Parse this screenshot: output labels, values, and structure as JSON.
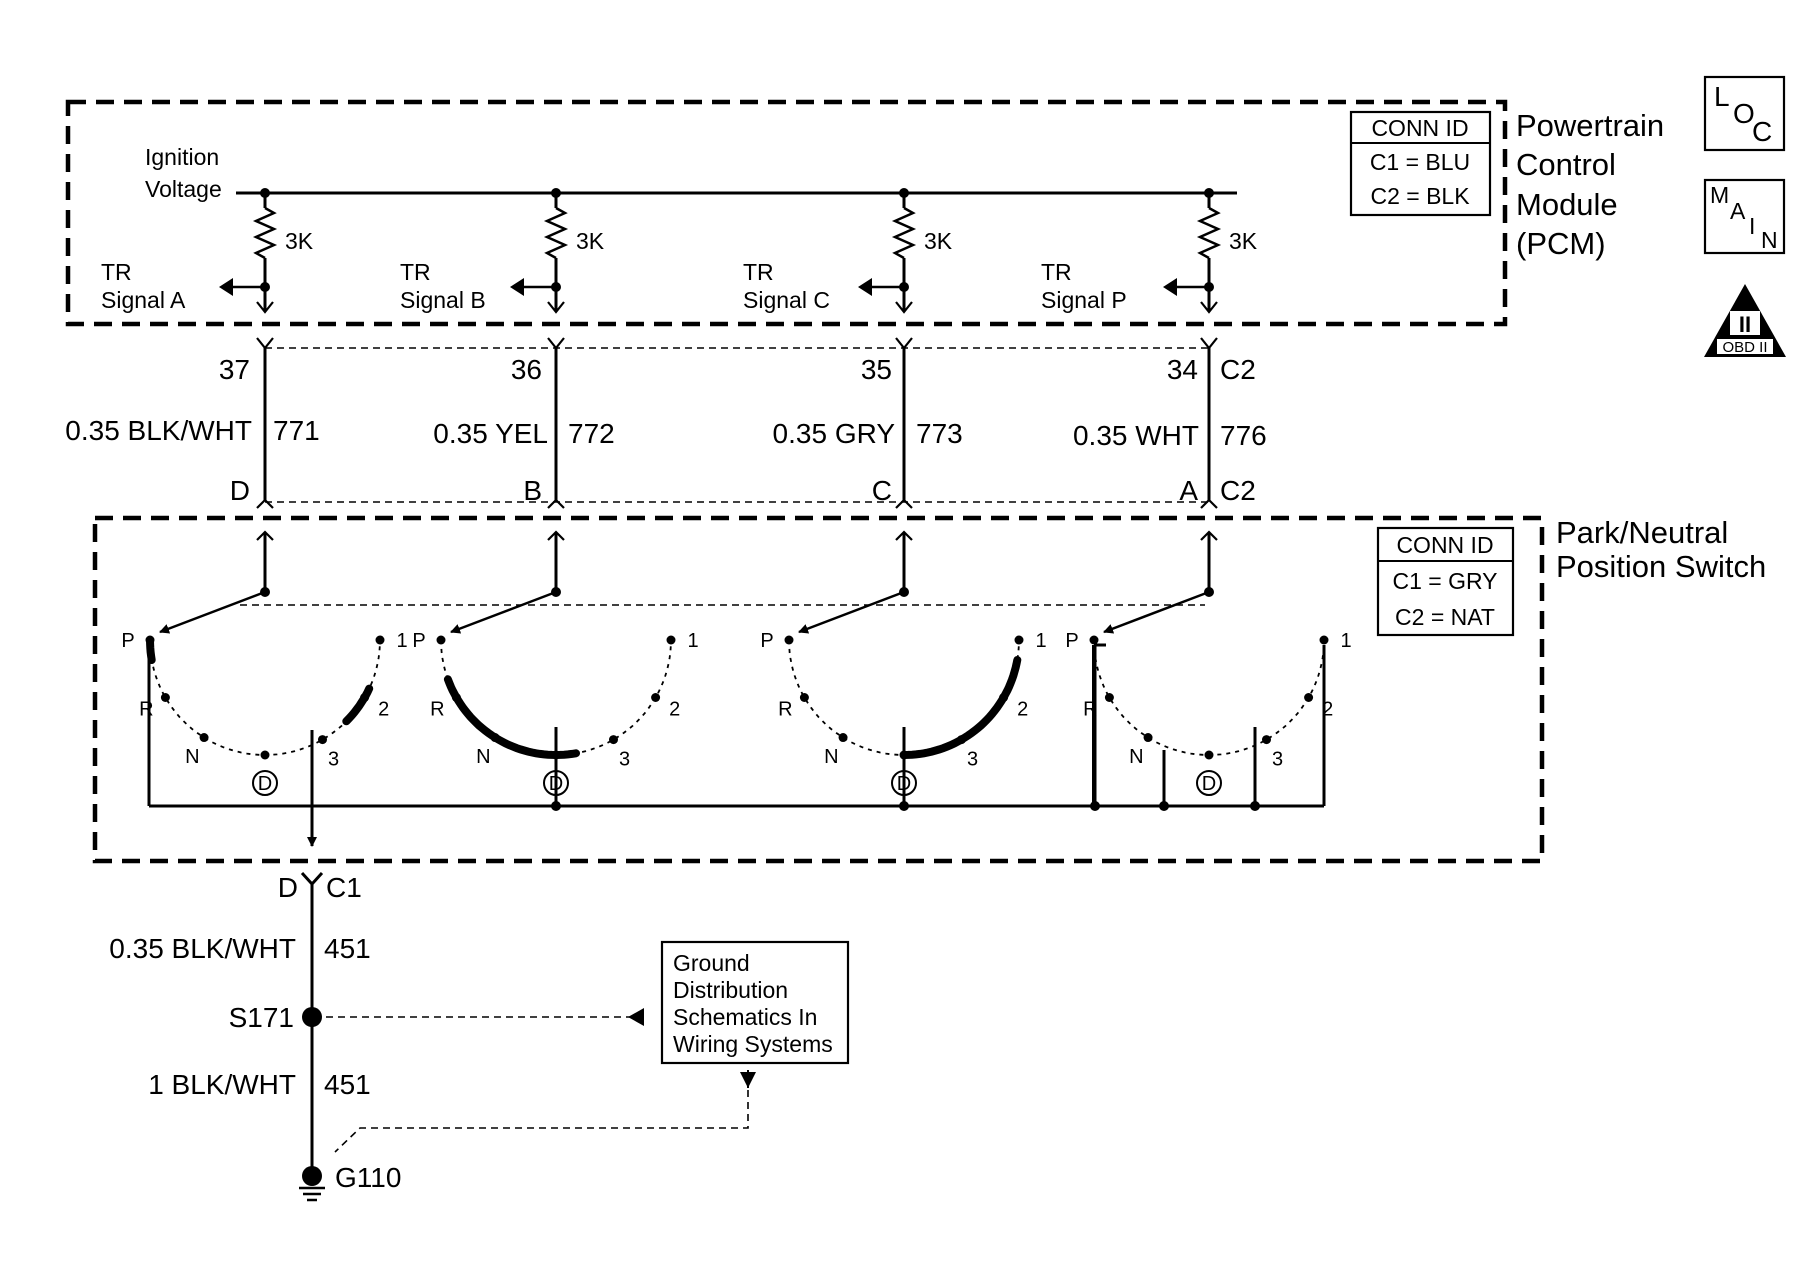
{
  "pcm": {
    "title_lines": [
      "Powertrain",
      "Control",
      "Module",
      "(PCM)"
    ],
    "conn_id": {
      "header": "CONN ID",
      "rows": [
        "C1 = BLU",
        "C2 = BLK"
      ]
    },
    "ignition_lines": [
      "Ignition",
      "Voltage"
    ],
    "resistor_value": "3K",
    "signals": [
      {
        "line1": "TR",
        "line2": "Signal A"
      },
      {
        "line1": "TR",
        "line2": "Signal B"
      },
      {
        "line1": "TR",
        "line2": "Signal C"
      },
      {
        "line1": "TR",
        "line2": "Signal P"
      }
    ]
  },
  "wires": [
    {
      "pcm_pin": "37",
      "spec": "0.35 BLK/WHT",
      "circuit": "771",
      "switch_pin": "D"
    },
    {
      "pcm_pin": "36",
      "spec": "0.35 YEL",
      "circuit": "772",
      "switch_pin": "B"
    },
    {
      "pcm_pin": "35",
      "spec": "0.35 GRY",
      "circuit": "773",
      "switch_pin": "C"
    },
    {
      "pcm_pin": "34",
      "spec": "0.35 WHT",
      "circuit": "776",
      "switch_pin": "A"
    }
  ],
  "pcm_connector": "C2",
  "switch_connector": "C2",
  "switch": {
    "title_lines": [
      "Park/Neutral",
      "Position Switch"
    ],
    "conn_id": {
      "header": "CONN ID",
      "rows": [
        "C1 = GRY",
        "C2 = NAT"
      ]
    },
    "positions": [
      "P",
      "R",
      "N",
      "D",
      "3",
      "2",
      "1"
    ]
  },
  "ground": {
    "pin": "D",
    "connector": "C1",
    "wire1_spec": "0.35 BLK/WHT",
    "wire1_circuit": "451",
    "splice": "S171",
    "wire2_spec": "1 BLK/WHT",
    "wire2_circuit": "451",
    "ground_id": "G110",
    "reference_lines": [
      "Ground",
      "Distribution",
      "Schematics In",
      "Wiring Systems"
    ]
  },
  "icons": {
    "loc": [
      "L",
      "O",
      "C"
    ],
    "main": [
      "M",
      "A",
      "I",
      "N"
    ],
    "obd": {
      "numeral": "II",
      "label": "OBD II"
    }
  }
}
